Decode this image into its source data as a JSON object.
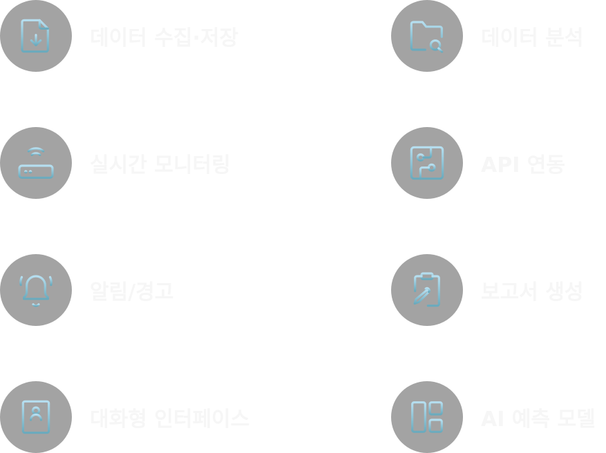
{
  "colors": {
    "circle_bg": "#a3a3a3",
    "icon_gradient_top": "#b6dff0",
    "icon_gradient_bottom": "#6aaabd",
    "label_text": "#f6f6f6",
    "page_bg": "#ffffff"
  },
  "features": [
    {
      "label": "데이터 수집·저장",
      "icon": "file-download-icon"
    },
    {
      "label": "데이터 분석",
      "icon": "folder-search-icon"
    },
    {
      "label": "실시간 모니터링",
      "icon": "router-wifi-icon"
    },
    {
      "label": "API 연동",
      "icon": "circuit-board-icon"
    },
    {
      "label": "알림/경고",
      "icon": "bell-ringing-icon"
    },
    {
      "label": "보고서 생성",
      "icon": "clipboard-pen-icon"
    },
    {
      "label": "대화형 인터페이스",
      "icon": "contact-book-icon"
    },
    {
      "label": "AI 예측 모델",
      "icon": "layout-panels-icon"
    }
  ]
}
